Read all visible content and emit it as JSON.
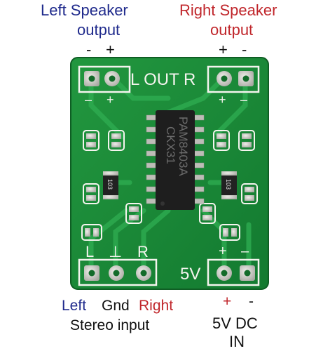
{
  "colors": {
    "left_label": "#1f2a8c",
    "right_label": "#c0262b",
    "text": "#111111",
    "pcb_green": "#1c8a3a",
    "pcb_green_dark": "#136b2a",
    "silkscreen": "#f4f4ee",
    "pad_metal": "#c8c8c2",
    "chip": "#222222"
  },
  "top_left": {
    "title_line1": "Left Speaker",
    "title_line2": "output",
    "minus": "-",
    "plus": "+"
  },
  "top_right": {
    "title_line1": "Right Speaker",
    "title_line2": "output",
    "plus": "+",
    "minus": "-"
  },
  "board": {
    "silk_out": "L OUT R",
    "silk_left_minus": "–",
    "silk_left_plus": "+",
    "silk_right_plus": "+",
    "silk_right_minus": "–",
    "silk_in_left": "L",
    "silk_in_gnd": "⊥",
    "silk_in_right": "R",
    "silk_5v": "5V",
    "silk_5v_plus": "+",
    "silk_5v_minus": "–",
    "chip_line1": "PAM8403A",
    "chip_line2": "CKX31",
    "resistor_label": "103"
  },
  "bottom_left": {
    "left": "Left",
    "gnd": "Gnd",
    "right": "Right",
    "caption": "Stereo input"
  },
  "bottom_right": {
    "plus": "+",
    "minus": "-",
    "caption_line1": "5V DC",
    "caption_line2": "IN"
  }
}
